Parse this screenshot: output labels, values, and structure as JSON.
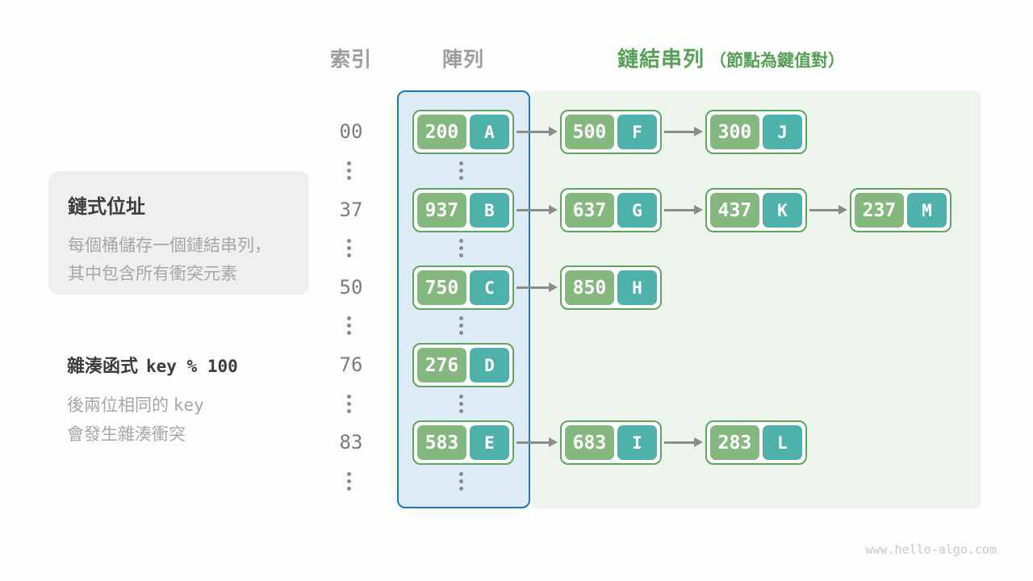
{
  "header": {
    "index_label": "索引",
    "array_label": "陣列",
    "list_label": "鏈結串列",
    "list_note": "（節點為鍵值對）"
  },
  "info_box": {
    "title": "鏈式位址",
    "line1": "每個桶儲存一個鏈結串列，",
    "line2": "其中包含所有衝突元素"
  },
  "hash_note": {
    "title_prefix": "雜湊函式",
    "formula": "key % 100",
    "line1_prefix": "後兩位相同的 ",
    "line1_mono": "key",
    "line2": "會發生雜湊衝突"
  },
  "buckets": [
    {
      "index": "00",
      "array_node": {
        "key": "200",
        "value": "A"
      },
      "chain": [
        {
          "key": "500",
          "value": "F"
        },
        {
          "key": "300",
          "value": "J"
        }
      ]
    },
    {
      "index": "37",
      "array_node": {
        "key": "937",
        "value": "B"
      },
      "chain": [
        {
          "key": "637",
          "value": "G"
        },
        {
          "key": "437",
          "value": "K"
        },
        {
          "key": "237",
          "value": "M"
        }
      ]
    },
    {
      "index": "50",
      "array_node": {
        "key": "750",
        "value": "C"
      },
      "chain": [
        {
          "key": "850",
          "value": "H"
        }
      ]
    },
    {
      "index": "76",
      "array_node": {
        "key": "276",
        "value": "D"
      },
      "chain": []
    },
    {
      "index": "83",
      "array_node": {
        "key": "583",
        "value": "E"
      },
      "chain": [
        {
          "key": "683",
          "value": "I"
        },
        {
          "key": "283",
          "value": "L"
        }
      ]
    }
  ],
  "colors": {
    "key_box": "#84b87f",
    "value_box": "#4eb2ab",
    "node_border": "#5fa55f",
    "array_panel_fill": "#dcebf6",
    "array_panel_border": "#1e79b8",
    "list_panel_fill": "#ecf4ec",
    "accent_green_text": "#57a157",
    "arrow": "#8b8b8b"
  },
  "footer": "www.hello-algo.com"
}
